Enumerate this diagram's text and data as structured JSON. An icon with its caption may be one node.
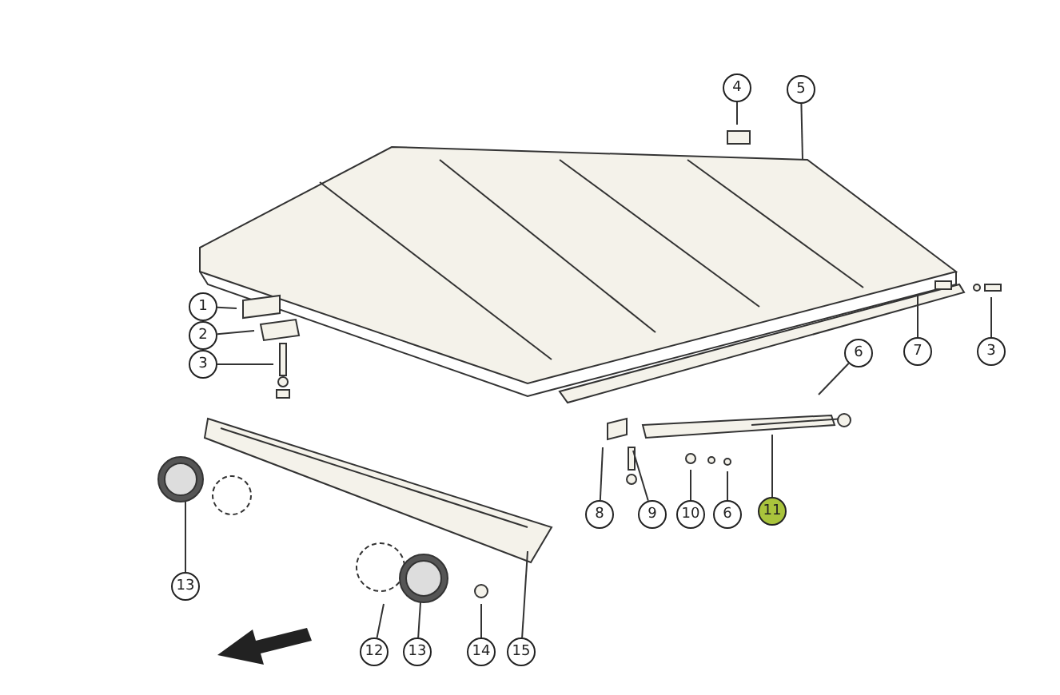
{
  "diagram": {
    "nodes": [
      {
        "text": [
          "1"
        ]
      },
      {
        "text": [
          "2"
        ]
      },
      {
        "text": [
          "3"
        ]
      },
      {
        "text": [
          "4"
        ]
      },
      {
        "text": [
          "5"
        ]
      },
      {
        "text": [
          "6"
        ]
      },
      {
        "text": [
          "7"
        ]
      },
      {
        "text": [
          "3"
        ]
      },
      {
        "text": [
          "8"
        ]
      },
      {
        "text": [
          "9"
        ]
      },
      {
        "text": [
          "10"
        ]
      },
      {
        "text": [
          "6"
        ]
      },
      {
        "text": [
          "11"
        ]
      },
      {
        "text": [
          "13"
        ]
      },
      {
        "text": [
          "12"
        ]
      },
      {
        "text": [
          "13"
        ]
      },
      {
        "text": [
          "14"
        ]
      },
      {
        "text": [
          "15"
        ]
      }
    ],
    "edges": [
      {
        "from": 0,
        "to": null,
        "arrow": "none"
      },
      {
        "from": 1,
        "to": null,
        "arrow": "none"
      },
      {
        "from": 2,
        "to": null,
        "arrow": "none"
      },
      {
        "from": 3,
        "to": null,
        "arrow": "none"
      },
      {
        "from": 4,
        "to": null,
        "arrow": "none"
      },
      {
        "from": 5,
        "to": null,
        "arrow": "none"
      },
      {
        "from": 6,
        "to": null,
        "arrow": "none"
      },
      {
        "from": 7,
        "to": null,
        "arrow": "none"
      },
      {
        "from": 8,
        "to": null,
        "arrow": "none"
      },
      {
        "from": 9,
        "to": null,
        "arrow": "none"
      },
      {
        "from": 10,
        "to": null,
        "arrow": "none"
      },
      {
        "from": 11,
        "to": null,
        "arrow": "none"
      },
      {
        "from": 12,
        "to": null,
        "arrow": "none"
      },
      {
        "from": 13,
        "to": null,
        "arrow": "none"
      },
      {
        "from": 14,
        "to": null,
        "arrow": "none"
      },
      {
        "from": 15,
        "to": null,
        "arrow": "none"
      },
      {
        "from": 16,
        "to": null,
        "arrow": "none"
      },
      {
        "from": 17,
        "to": null,
        "arrow": "none"
      }
    ]
  }
}
